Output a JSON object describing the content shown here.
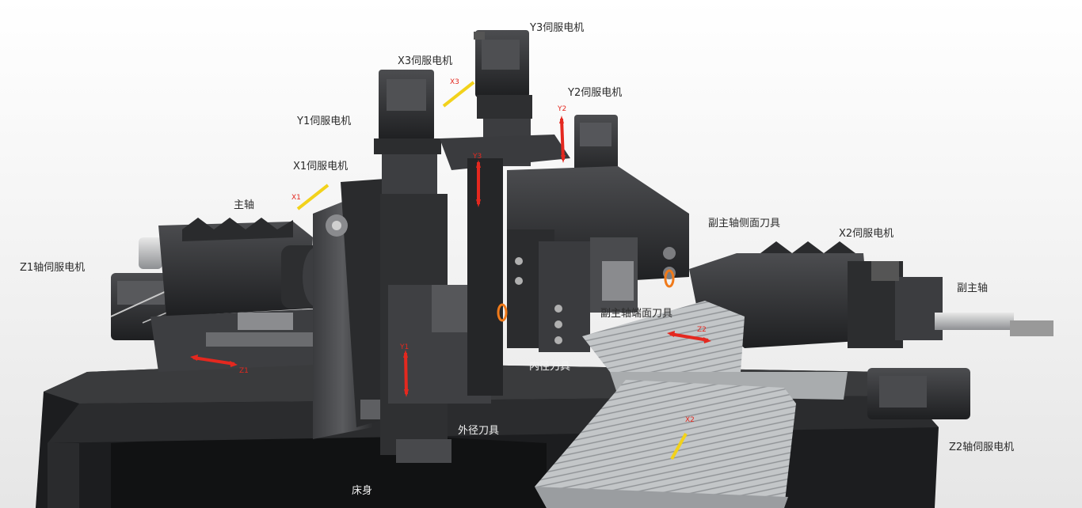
{
  "labels": {
    "y3_motor": "Y3伺服电机",
    "x3_motor": "X3伺服电机",
    "y2_motor": "Y2伺服电机",
    "y1_motor": "Y1伺服电机",
    "x1_motor": "X1伺服电机",
    "main_spindle": "主轴",
    "z1_motor": "Z1轴伺服电机",
    "sub_spindle_side_tool": "副主轴侧面刀具",
    "x2_motor": "X2伺服电机",
    "sub_spindle": "副主轴",
    "sub_spindle_end_tool": "副主轴端面刀具",
    "inner_tool": "内径刀具",
    "outer_tool": "外径刀具",
    "bed": "床身",
    "z2_motor": "Z2轴伺服电机"
  },
  "axis_tags": {
    "x3": "X3",
    "y2": "Y2",
    "y3": "Y3",
    "x1": "X1",
    "y1": "Y1",
    "z1": "Z1",
    "z2": "Z2",
    "x2": "X2"
  },
  "colors": {
    "arrow_red": "#e4281f",
    "arrow_yellow": "#f2d21b",
    "rotation_orange": "#f07a1a",
    "machine_dark": "#2e2f31",
    "machine_mid": "#4a4b4e",
    "plate_light": "#bfc2c4"
  }
}
